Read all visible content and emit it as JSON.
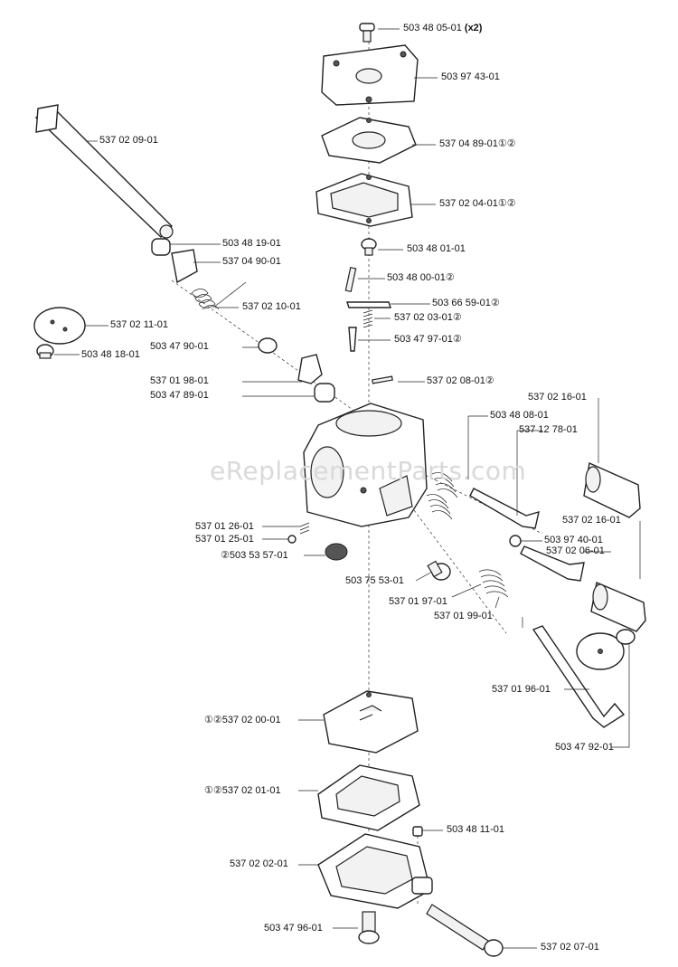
{
  "watermark": "eReplacementParts.com",
  "labels": [
    {
      "id": "p1",
      "text": "503 48 05-01",
      "suffix": "(x2)",
      "prefix": ""
    },
    {
      "id": "p2",
      "text": "503 97 43-01",
      "suffix": "",
      "prefix": ""
    },
    {
      "id": "p3",
      "text": "537 04 89-01",
      "suffix": "①②",
      "prefix": ""
    },
    {
      "id": "p4",
      "text": "537 02 04-01",
      "suffix": "①②",
      "prefix": ""
    },
    {
      "id": "p5",
      "text": "537 02 09-01",
      "suffix": "",
      "prefix": ""
    },
    {
      "id": "p6",
      "text": "503 48 01-01",
      "suffix": "",
      "prefix": ""
    },
    {
      "id": "p7",
      "text": "503 48 19-01",
      "suffix": "",
      "prefix": ""
    },
    {
      "id": "p8",
      "text": "537 04 90-01",
      "suffix": "",
      "prefix": ""
    },
    {
      "id": "p9",
      "text": "503 48 00-01",
      "suffix": "②",
      "prefix": ""
    },
    {
      "id": "p10",
      "text": "537 02 10-01",
      "suffix": "",
      "prefix": ""
    },
    {
      "id": "p11",
      "text": "503 66 59-01",
      "suffix": "②",
      "prefix": ""
    },
    {
      "id": "p12",
      "text": "537 02 03-01",
      "suffix": "②",
      "prefix": ""
    },
    {
      "id": "p13",
      "text": "537 02 11-01",
      "suffix": "",
      "prefix": ""
    },
    {
      "id": "p14",
      "text": "503 47 97-01",
      "suffix": "②",
      "prefix": ""
    },
    {
      "id": "p15",
      "text": "503 47 90-01",
      "suffix": "",
      "prefix": ""
    },
    {
      "id": "p16",
      "text": "503 48 18-01",
      "suffix": "",
      "prefix": ""
    },
    {
      "id": "p17",
      "text": "537 01 98-01",
      "suffix": "",
      "prefix": ""
    },
    {
      "id": "p18",
      "text": "537 02 08-01",
      "suffix": "②",
      "prefix": ""
    },
    {
      "id": "p19",
      "text": "503 47 89-01",
      "suffix": "",
      "prefix": ""
    },
    {
      "id": "p20",
      "text": "537 02 16-01",
      "suffix": "",
      "prefix": ""
    },
    {
      "id": "p21",
      "text": "503 48 08-01",
      "suffix": "",
      "prefix": ""
    },
    {
      "id": "p22",
      "text": "537 12 78-01",
      "suffix": "",
      "prefix": ""
    },
    {
      "id": "p23",
      "text": "537 02 16-01",
      "suffix": "",
      "prefix": ""
    },
    {
      "id": "p24",
      "text": "537 01 26-01",
      "suffix": "",
      "prefix": ""
    },
    {
      "id": "p25",
      "text": "537 01 25-01",
      "suffix": "",
      "prefix": ""
    },
    {
      "id": "p26",
      "text": "503 97 40-01",
      "suffix": "",
      "prefix": ""
    },
    {
      "id": "p27",
      "text": "503 53 57-01",
      "suffix": "",
      "prefix": "②"
    },
    {
      "id": "p28",
      "text": "537 02 06-01",
      "suffix": "",
      "prefix": ""
    },
    {
      "id": "p29",
      "text": "503 75 53-01",
      "suffix": "",
      "prefix": ""
    },
    {
      "id": "p30",
      "text": "537 01 97-01",
      "suffix": "",
      "prefix": ""
    },
    {
      "id": "p31",
      "text": "537 01 99-01",
      "suffix": "",
      "prefix": ""
    },
    {
      "id": "p32",
      "text": "537 01 96-01",
      "suffix": "",
      "prefix": ""
    },
    {
      "id": "p33",
      "text": "537 02 00-01",
      "suffix": "",
      "prefix": "①②"
    },
    {
      "id": "p34",
      "text": "503 47 92-01",
      "suffix": "",
      "prefix": ""
    },
    {
      "id": "p35",
      "text": "537 02 01-01",
      "suffix": "",
      "prefix": "①②"
    },
    {
      "id": "p36",
      "text": "503 48 11-01",
      "suffix": "",
      "prefix": ""
    },
    {
      "id": "p37",
      "text": "537 02 02-01",
      "suffix": "",
      "prefix": ""
    },
    {
      "id": "p38",
      "text": "503 47 96-01",
      "suffix": "",
      "prefix": ""
    },
    {
      "id": "p39",
      "text": "537 02 07-01",
      "suffix": "",
      "prefix": ""
    }
  ]
}
